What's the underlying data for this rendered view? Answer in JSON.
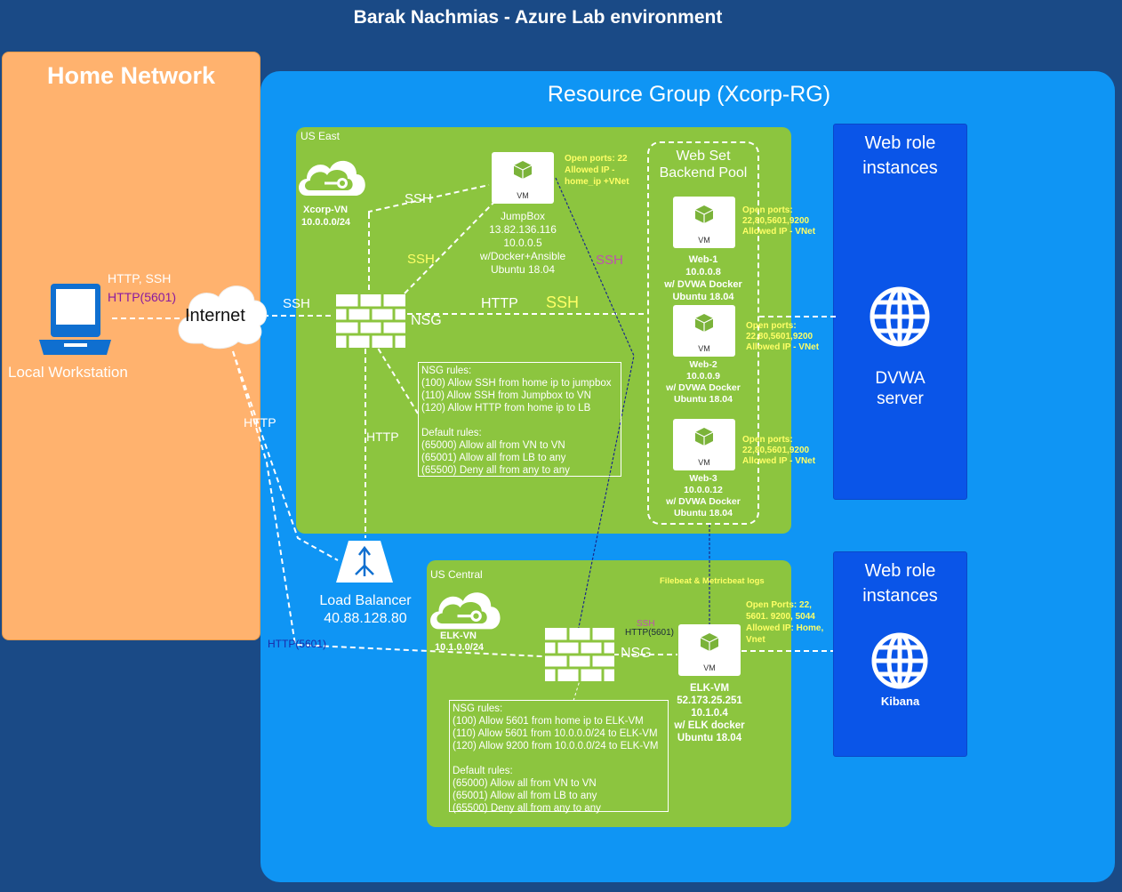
{
  "title": "Barak Nachmias - Azure Lab environment",
  "home_network": {
    "title": "Home Network",
    "workstation_label": "Local Workstation",
    "proto_http_ssh": "HTTP, SSH",
    "proto_http5601": "HTTP(5601)",
    "internet_label": "Internet",
    "http_label": "HTTP",
    "http5601_label": "HTTP(5601)"
  },
  "resource_group": {
    "title": "Resource Group (Xcorp-RG)"
  },
  "us_east": {
    "region_label": "US East",
    "vnet_name": "Xcorp-VN",
    "vnet_cidr": "10.0.0.0/24",
    "ssh_label_1": "SSH",
    "ssh_label_2": "SSH",
    "ssh_label_3": "SSH",
    "ssh_label_purple": "SSH",
    "ssh_label_yellow": "SSH",
    "http_label": "HTTP",
    "http_down_label": "HTTP",
    "nsg_label": "NSG",
    "jumpbox": {
      "vm_label": "VM",
      "name": "JumpBox",
      "public_ip": "13.82.136.116",
      "private_ip": "10.0.0.5",
      "software": "w/Docker+Ansible",
      "os": "Ubuntu 18.04",
      "ports_note": [
        "Open ports: 22",
        "Allowed IP -",
        "home_ip +VNet"
      ]
    },
    "nsg_rules": [
      "NSG rules:",
      "(100) Allow SSH from home ip to jumpbox",
      "(110) Allow SSH from Jumpbox to VN",
      "(120) Allow HTTP from home ip to LB",
      "",
      "Default rules:",
      "(65000) Allow all from VN to VN",
      "(65001) Allow all from LB to any",
      "(65500) Deny all from any to any"
    ],
    "backend_pool": {
      "title_line1": "Web Set",
      "title_line2": "Backend Pool",
      "webs": [
        {
          "vm_label": "VM",
          "name": "Web-1",
          "ip": "10.0.0.8",
          "software": "w/ DVWA Docker",
          "os": "Ubuntu 18.04",
          "ports_note": [
            "Open ports:",
            "22,80,5601,9200",
            "Allowed IP - VNet"
          ]
        },
        {
          "vm_label": "VM",
          "name": "Web-2",
          "ip": "10.0.0.9",
          "software": "w/ DVWA Docker",
          "os": "Ubuntu 18.04",
          "ports_note": [
            "Open ports:",
            "22,80,5601,9200",
            "Allowed IP - VNet"
          ]
        },
        {
          "vm_label": "VM",
          "name": "Web-3",
          "ip": "10.0.0.12",
          "software": "w/ DVWA Docker",
          "os": "Ubuntu 18.04",
          "ports_note": [
            "Open ports:",
            "22,80,5601,9200",
            "Allowed IP - VNet"
          ]
        }
      ]
    }
  },
  "web_role_1": {
    "title_line1": "Web role",
    "title_line2": "instances",
    "caption_line1": "DVWA",
    "caption_line2": "server"
  },
  "web_role_2": {
    "title_line1": "Web role",
    "title_line2": "instances",
    "caption": "Kibana"
  },
  "load_balancer": {
    "name": "Load Balancer",
    "ip": "40.88.128.80"
  },
  "us_central": {
    "region_label": "US Central",
    "vnet_name": "ELK-VN",
    "vnet_cidr": "10.1.0.0/24",
    "logs_label": "Filebeat & Metricbeat logs",
    "ssh_label": "SSH",
    "http5601_label": "HTTP(5601)",
    "nsg_label": "NSG",
    "elk": {
      "vm_label": "VM",
      "name": "ELK-VM",
      "public_ip": "52.173.25.251",
      "private_ip": "10.1.0.4",
      "software": "w/ ELK docker",
      "os": "Ubuntu 18.04",
      "ports_note": [
        "Open Ports: 22,",
        "5601. 9200, 5044",
        "Allowed IP: Home,",
        "Vnet"
      ]
    },
    "nsg_rules": [
      "NSG rules:",
      "(100) Allow 5601 from home ip to ELK-VM",
      "(110) Allow 5601 from 10.0.0.0/24 to ELK-VM",
      "(120) Allow 9200 from 10.0.0.0/24 to ELK-VM",
      "",
      "Default rules:",
      "(65000) Allow all from VN to VN",
      "(65001) Allow all from LB to any",
      "(65500) Deny all from any to any"
    ]
  },
  "colors": {
    "background": "#1a4a86",
    "home": "#ffb26e",
    "resource_group": "#0f95f4",
    "region": "#8cc53f",
    "web_role": "#0a55e8",
    "note_yellow": "#ffff66"
  }
}
